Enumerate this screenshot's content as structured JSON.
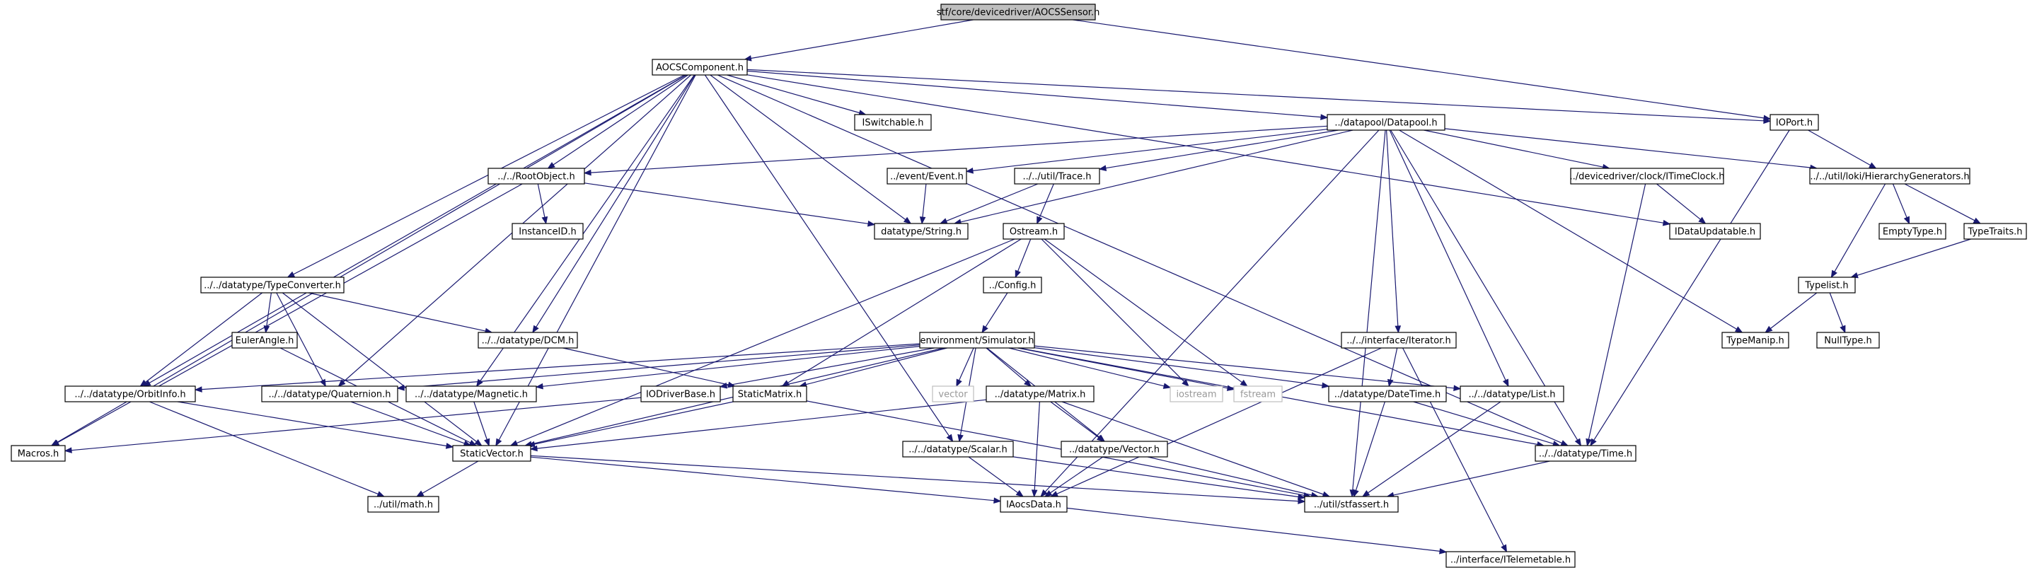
{
  "nodes": {
    "n_aocssensor": {
      "label": "stf/core/devicedriver/AOCSSensor.h",
      "type": "root"
    },
    "n_aocscomponent": {
      "label": "AOCSComponent.h",
      "type": "normal"
    },
    "n_ioport": {
      "label": "IOPort.h",
      "type": "normal"
    },
    "n_macros": {
      "label": "Macros.h",
      "type": "normal"
    },
    "n_orbitinfo": {
      "label": "../../datatype/OrbitInfo.h",
      "type": "normal"
    },
    "n_typeconverter": {
      "label": "../../datatype/TypeConverter.h",
      "type": "normal"
    },
    "n_rootobject": {
      "label": "../../RootObject.h",
      "type": "normal"
    },
    "n_quaternion": {
      "label": "../../datatype/Quaternion.h",
      "type": "normal"
    },
    "n_staticvector": {
      "label": "StaticVector.h",
      "type": "normal"
    },
    "n_magnetic": {
      "label": "../../datatype/Magnetic.h",
      "type": "normal"
    },
    "n_dcm": {
      "label": "../../datatype/DCM.h",
      "type": "normal"
    },
    "n_scalar": {
      "label": "../../datatype/Scalar.h",
      "type": "normal"
    },
    "n_string": {
      "label": "datatype/String.h",
      "type": "normal"
    },
    "n_iswitchable": {
      "label": "ISwitchable.h",
      "type": "normal"
    },
    "n_datapool": {
      "label": "../datapool/Datapool.h",
      "type": "normal"
    },
    "n_time": {
      "label": "../../datatype/Time.h",
      "type": "normal"
    },
    "n_idataupdatable": {
      "label": "IDataUpdatable.h",
      "type": "normal"
    },
    "n_stfassert": {
      "label": "../util/stfassert.h",
      "type": "normal"
    },
    "n_hierarchy": {
      "label": "../../util/loki/HierarchyGenerators.h",
      "type": "normal"
    },
    "n_instanceid": {
      "label": "InstanceID.h",
      "type": "normal"
    },
    "n_event": {
      "label": "../event/Event.h",
      "type": "normal"
    },
    "n_trace": {
      "label": "../../util/Trace.h",
      "type": "normal"
    },
    "n_itimeclock": {
      "label": "../devicedriver/clock/ITimeClock.h",
      "type": "normal"
    },
    "n_iaocsdata": {
      "label": "IAocsData.h",
      "type": "normal"
    },
    "n_iterator": {
      "label": "../../interface/Iterator.h",
      "type": "normal"
    },
    "n_list": {
      "label": "../../datatype/List.h",
      "type": "normal"
    },
    "n_typemanip": {
      "label": "TypeManip.h",
      "type": "normal"
    },
    "n_emptytype": {
      "label": "EmptyType.h",
      "type": "normal"
    },
    "n_typetraits": {
      "label": "TypeTraits.h",
      "type": "normal"
    },
    "n_typelist": {
      "label": "Typelist.h",
      "type": "normal"
    },
    "n_nulltype": {
      "label": "NullType.h",
      "type": "normal"
    },
    "n_eulerangle": {
      "label": "EulerAngle.h",
      "type": "normal"
    },
    "n_ostream": {
      "label": "Ostream.h",
      "type": "normal"
    },
    "n_config": {
      "label": "../Config.h",
      "type": "normal"
    },
    "n_simulator": {
      "label": "environment/Simulator.h",
      "type": "normal"
    },
    "n_iodriverbase": {
      "label": "IODriverBase.h",
      "type": "normal"
    },
    "n_staticmatrix": {
      "label": "StaticMatrix.h",
      "type": "normal"
    },
    "n_vector_std": {
      "label": "vector",
      "type": "ext"
    },
    "n_matrix": {
      "label": "../datatype/Matrix.h",
      "type": "normal"
    },
    "n_iostream": {
      "label": "iostream",
      "type": "ext"
    },
    "n_fstream": {
      "label": "fstream",
      "type": "ext"
    },
    "n_datetime": {
      "label": "../datatype/DateTime.h",
      "type": "normal"
    },
    "n_vectorh": {
      "label": "../datatype/Vector.h",
      "type": "normal"
    },
    "n_math": {
      "label": "../util/math.h",
      "type": "normal"
    },
    "n_itelemetable": {
      "label": "../interface/ITelemetable.h",
      "type": "normal"
    }
  },
  "edges": [
    [
      "n_aocssensor",
      "n_aocscomponent"
    ],
    [
      "n_aocssensor",
      "n_ioport"
    ],
    [
      "n_aocscomponent",
      "n_macros"
    ],
    [
      "n_aocscomponent",
      "n_orbitinfo"
    ],
    [
      "n_aocscomponent",
      "n_typeconverter"
    ],
    [
      "n_aocscomponent",
      "n_rootobject"
    ],
    [
      "n_aocscomponent",
      "n_quaternion"
    ],
    [
      "n_aocscomponent",
      "n_staticvector"
    ],
    [
      "n_aocscomponent",
      "n_magnetic"
    ],
    [
      "n_aocscomponent",
      "n_dcm"
    ],
    [
      "n_aocscomponent",
      "n_scalar"
    ],
    [
      "n_aocscomponent",
      "n_string"
    ],
    [
      "n_aocscomponent",
      "n_iswitchable"
    ],
    [
      "n_aocscomponent",
      "n_datapool"
    ],
    [
      "n_aocscomponent",
      "n_time"
    ],
    [
      "n_aocscomponent",
      "n_idataupdatable"
    ],
    [
      "n_aocscomponent",
      "n_ioport"
    ],
    [
      "n_ioport",
      "n_hierarchy"
    ],
    [
      "n_ioport",
      "n_time"
    ],
    [
      "n_datapool",
      "n_rootobject"
    ],
    [
      "n_datapool",
      "n_event"
    ],
    [
      "n_datapool",
      "n_trace"
    ],
    [
      "n_datapool",
      "n_string"
    ],
    [
      "n_datapool",
      "n_itimeclock"
    ],
    [
      "n_datapool",
      "n_hierarchy"
    ],
    [
      "n_datapool",
      "n_stfassert"
    ],
    [
      "n_datapool",
      "n_iaocsdata"
    ],
    [
      "n_datapool",
      "n_iterator"
    ],
    [
      "n_datapool",
      "n_list"
    ],
    [
      "n_datapool",
      "n_time"
    ],
    [
      "n_datapool",
      "n_typemanip"
    ],
    [
      "n_rootobject",
      "n_string"
    ],
    [
      "n_rootobject",
      "n_instanceid"
    ],
    [
      "n_rootobject",
      "n_macros"
    ],
    [
      "n_event",
      "n_string"
    ],
    [
      "n_trace",
      "n_string"
    ],
    [
      "n_trace",
      "n_ostream"
    ],
    [
      "n_itimeclock",
      "n_idataupdatable"
    ],
    [
      "n_itimeclock",
      "n_time"
    ],
    [
      "n_hierarchy",
      "n_emptytype"
    ],
    [
      "n_hierarchy",
      "n_typetraits"
    ],
    [
      "n_hierarchy",
      "n_typelist"
    ],
    [
      "n_typetraits",
      "n_typelist"
    ],
    [
      "n_typelist",
      "n_typemanip"
    ],
    [
      "n_typelist",
      "n_nulltype"
    ],
    [
      "n_typeconverter",
      "n_eulerangle"
    ],
    [
      "n_typeconverter",
      "n_dcm"
    ],
    [
      "n_typeconverter",
      "n_orbitinfo"
    ],
    [
      "n_typeconverter",
      "n_quaternion"
    ],
    [
      "n_typeconverter",
      "n_staticvector"
    ],
    [
      "n_eulerangle",
      "n_staticvector"
    ],
    [
      "n_dcm",
      "n_staticmatrix"
    ],
    [
      "n_ostream",
      "n_config"
    ],
    [
      "n_ostream",
      "n_staticmatrix"
    ],
    [
      "n_ostream",
      "n_staticvector"
    ],
    [
      "n_ostream",
      "n_iostream"
    ],
    [
      "n_ostream",
      "n_fstream"
    ],
    [
      "n_config",
      "n_simulator"
    ],
    [
      "n_simulator",
      "n_orbitinfo"
    ],
    [
      "n_simulator",
      "n_quaternion"
    ],
    [
      "n_simulator",
      "n_magnetic"
    ],
    [
      "n_simulator",
      "n_iodriverbase"
    ],
    [
      "n_simulator",
      "n_staticmatrix"
    ],
    [
      "n_simulator",
      "n_vector_std"
    ],
    [
      "n_simulator",
      "n_matrix"
    ],
    [
      "n_simulator",
      "n_scalar"
    ],
    [
      "n_simulator",
      "n_vectorh"
    ],
    [
      "n_simulator",
      "n_iostream"
    ],
    [
      "n_simulator",
      "n_fstream"
    ],
    [
      "n_simulator",
      "n_datetime"
    ],
    [
      "n_simulator",
      "n_list"
    ],
    [
      "n_simulator",
      "n_time"
    ],
    [
      "n_simulator",
      "n_staticvector"
    ],
    [
      "n_orbitinfo",
      "n_staticvector"
    ],
    [
      "n_orbitinfo",
      "n_math"
    ],
    [
      "n_quaternion",
      "n_staticvector"
    ],
    [
      "n_magnetic",
      "n_staticvector"
    ],
    [
      "n_iodriverbase",
      "n_macros"
    ],
    [
      "n_staticmatrix",
      "n_staticvector"
    ],
    [
      "n_staticmatrix",
      "n_stfassert"
    ],
    [
      "n_matrix",
      "n_staticvector"
    ],
    [
      "n_matrix",
      "n_vectorh"
    ],
    [
      "n_matrix",
      "n_iaocsdata"
    ],
    [
      "n_matrix",
      "n_stfassert"
    ],
    [
      "n_vectorh",
      "n_iaocsdata"
    ],
    [
      "n_vectorh",
      "n_stfassert"
    ],
    [
      "n_scalar",
      "n_iaocsdata"
    ],
    [
      "n_scalar",
      "n_stfassert"
    ],
    [
      "n_staticvector",
      "n_math"
    ],
    [
      "n_staticvector",
      "n_iaocsdata"
    ],
    [
      "n_staticvector",
      "n_stfassert"
    ],
    [
      "n_iterator",
      "n_datetime"
    ],
    [
      "n_iterator",
      "n_iaocsdata"
    ],
    [
      "n_iterator",
      "n_itelemetable"
    ],
    [
      "n_datetime",
      "n_time"
    ],
    [
      "n_datetime",
      "n_stfassert"
    ],
    [
      "n_list",
      "n_stfassert"
    ],
    [
      "n_time",
      "n_stfassert"
    ],
    [
      "n_iaocsdata",
      "n_itelemetable"
    ]
  ]
}
